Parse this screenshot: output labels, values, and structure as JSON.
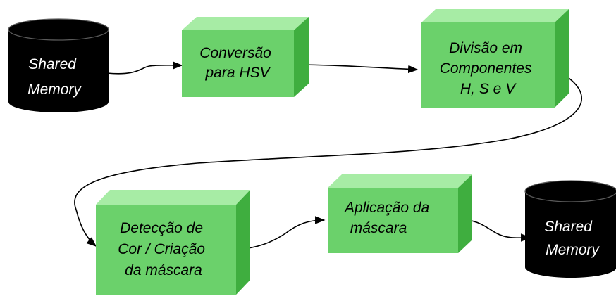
{
  "colors": {
    "box_front": "#6bd16b",
    "box_top": "#a7eca5",
    "box_side": "#3fae3f",
    "cylinder": "#000000",
    "cylinder_text": "#ffffff",
    "connector": "#000000"
  },
  "nodes": {
    "shared_memory_in": {
      "lines": [
        "Shared",
        "Memory"
      ]
    },
    "conversao_hsv": {
      "lines": [
        "Conversão",
        "para HSV"
      ]
    },
    "divisao_componentes": {
      "lines": [
        "Divisão em",
        "Componentes",
        "H, S e V"
      ]
    },
    "deteccao_cor": {
      "lines": [
        "Detecção de",
        "Cor / Criação",
        "da máscara"
      ]
    },
    "aplicacao_mascara": {
      "lines": [
        "Aplicação da",
        "máscara"
      ]
    },
    "shared_memory_out": {
      "lines": [
        "Shared",
        "Memory"
      ]
    }
  }
}
